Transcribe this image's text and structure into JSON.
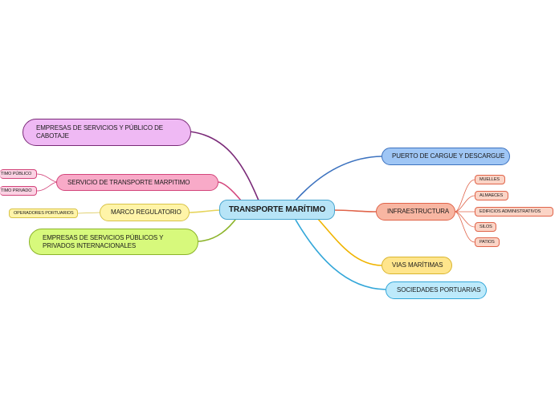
{
  "center": {
    "label": "TRANSPORTE MARÍTIMO"
  },
  "left": {
    "empresas_cabotaje": "EMPRESAS DE SERVICIOS Y PÚBLICO DE CABOTAJE",
    "servicio_transporte": "SERVICIO DE TRANSPORTE MARPITIMO",
    "servicio_children": [
      "TIMO PÚBLICO",
      "TIMO PRIVADO"
    ],
    "marco_regulatorio": "MARCO REGULATORIO",
    "marco_children": [
      "OPERADORES PORTUARIOS"
    ],
    "empresas_internacionales": "EMPRESAS DE SERVICIOS PÚBLICOS Y PRIVADOS INTERNACIONALES"
  },
  "right": {
    "puerto": "PUERTO DE CARGUE Y DESCARGUE",
    "infraestructura": "INFRAESTRUCTURA",
    "infra_children": [
      "MUELLES",
      "ALMAECES",
      "EDIFICIOS ADMINISTRATIVOS",
      "SILOS",
      "PATIOS"
    ],
    "vias": "VIAS MARÍTIMAS",
    "sociedades": "SOCIEDADES PORTUARIAS"
  },
  "colors": {
    "purple": "#7a2a78",
    "pink": "#d3457b",
    "yellow": "#d8c347",
    "green": "#8cb42a",
    "blue": "#3c72bf",
    "salmon": "#e0644a",
    "gold": "#f0b400",
    "cyan": "#33a7d9"
  }
}
